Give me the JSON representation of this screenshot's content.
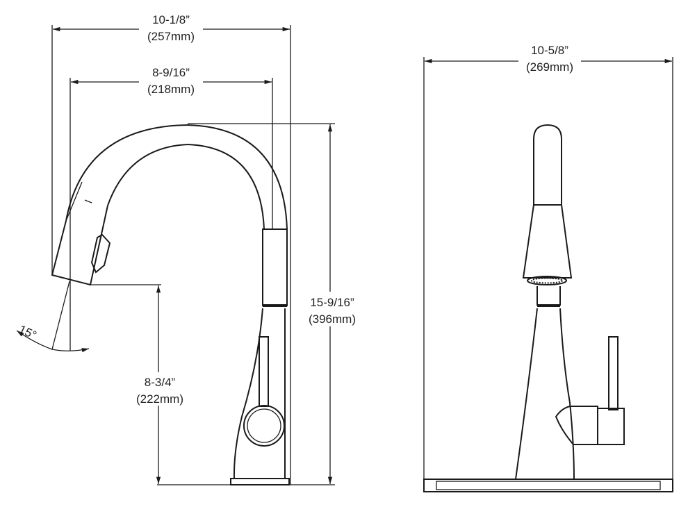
{
  "side_view": {
    "overall_depth": {
      "imperial": "10-1/8”",
      "metric": "(257mm)"
    },
    "spout_reach": {
      "imperial": "8-9/16”",
      "metric": "(218mm)"
    },
    "overall_height": {
      "imperial": "15-9/16”",
      "metric": "(396mm)"
    },
    "spout_clearance": {
      "imperial": "8-3/4”",
      "metric": "(222mm)"
    },
    "swivel_angle": "15°"
  },
  "front_view": {
    "overall_width": {
      "imperial": "10-5/8”",
      "metric": "(269mm)"
    }
  },
  "colors": {
    "line": "#1a1a1a",
    "background": "#ffffff"
  }
}
